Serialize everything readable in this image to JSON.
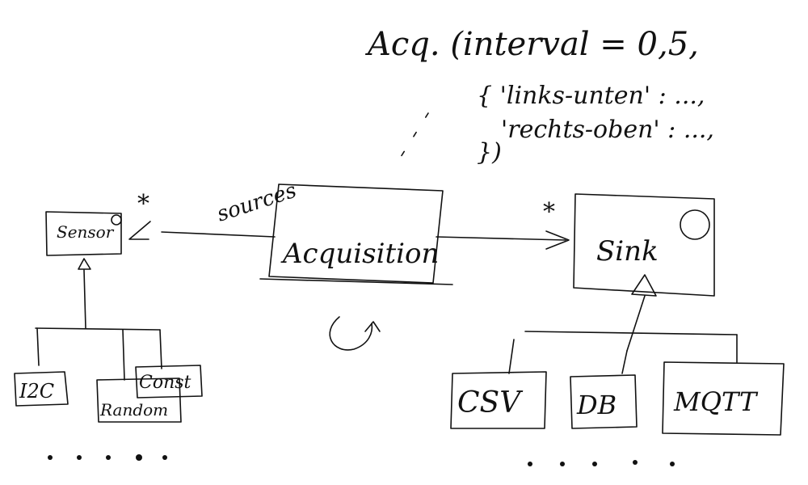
{
  "colors": {
    "ink": "#111111",
    "paper": "#ffffff"
  },
  "annotation": {
    "line1": "Acq. (interval = 0,5,",
    "line2": "{ 'links-unten' : ...,",
    "line3": "'rechts-oben' : ...,",
    "line4": "})"
  },
  "labels": {
    "sources": "sources",
    "mult_sensor": "*",
    "mult_sink": "*"
  },
  "nodes": {
    "sensor": "Sensor",
    "acquisition": "Acquisition",
    "sink": "Sink",
    "i2c": "I2C",
    "const": "Const",
    "random": "Random",
    "csv": "CSV",
    "db": "DB",
    "mqtt": "MQTT"
  }
}
